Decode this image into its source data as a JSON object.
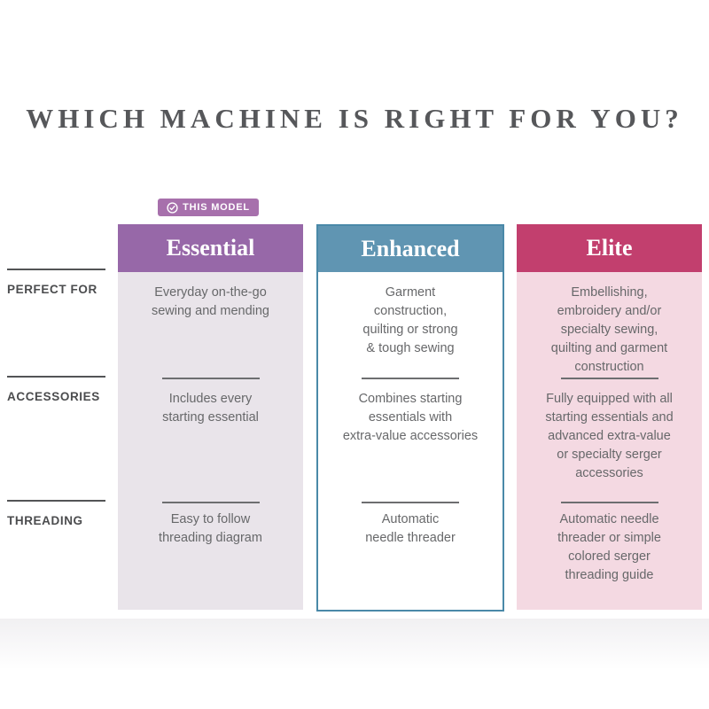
{
  "title": "WHICH MACHINE IS RIGHT FOR YOU?",
  "badge": {
    "label": "THIS MODEL",
    "icon": "check-circle-icon"
  },
  "rows": [
    {
      "label": "PERFECT FOR"
    },
    {
      "label": "ACCESSORIES"
    },
    {
      "label": "THREADING"
    }
  ],
  "columns": [
    {
      "id": "essential",
      "name": "Essential",
      "has_this_model_badge": true,
      "cells": [
        "Everyday on-the-go\nsewing and mending",
        "Includes every\nstarting essential",
        "Easy to follow\nthreading diagram"
      ]
    },
    {
      "id": "enhanced",
      "name": "Enhanced",
      "has_this_model_badge": false,
      "cells": [
        "Garment\nconstruction,\nquilting or strong\n& tough sewing",
        "Combines starting\nessentials with\nextra-value accessories",
        "Automatic\nneedle threader"
      ]
    },
    {
      "id": "elite",
      "name": "Elite",
      "has_this_model_badge": false,
      "cells": [
        "Embellishing,\nembroidery and/or\nspecialty sewing,\nquilting and garment\nconstruction",
        "Fully equipped with all\nstarting essentials and\nadvanced extra-value\nor specialty serger\naccessories",
        "Automatic needle\nthreader or simple\ncolored serger\nthreading guide"
      ]
    }
  ],
  "colors": {
    "essential_header": "#9768A8",
    "essential_body": "#E9E4EA",
    "enhanced_header": "#6095B2",
    "enhanced_border": "#4A89A8",
    "enhanced_body": "#FFFFFF",
    "elite_header": "#C23F6E",
    "elite_body": "#F4D9E2",
    "badge_bg": "#A770AC",
    "title_text": "#56575A",
    "body_text": "#67686A"
  }
}
